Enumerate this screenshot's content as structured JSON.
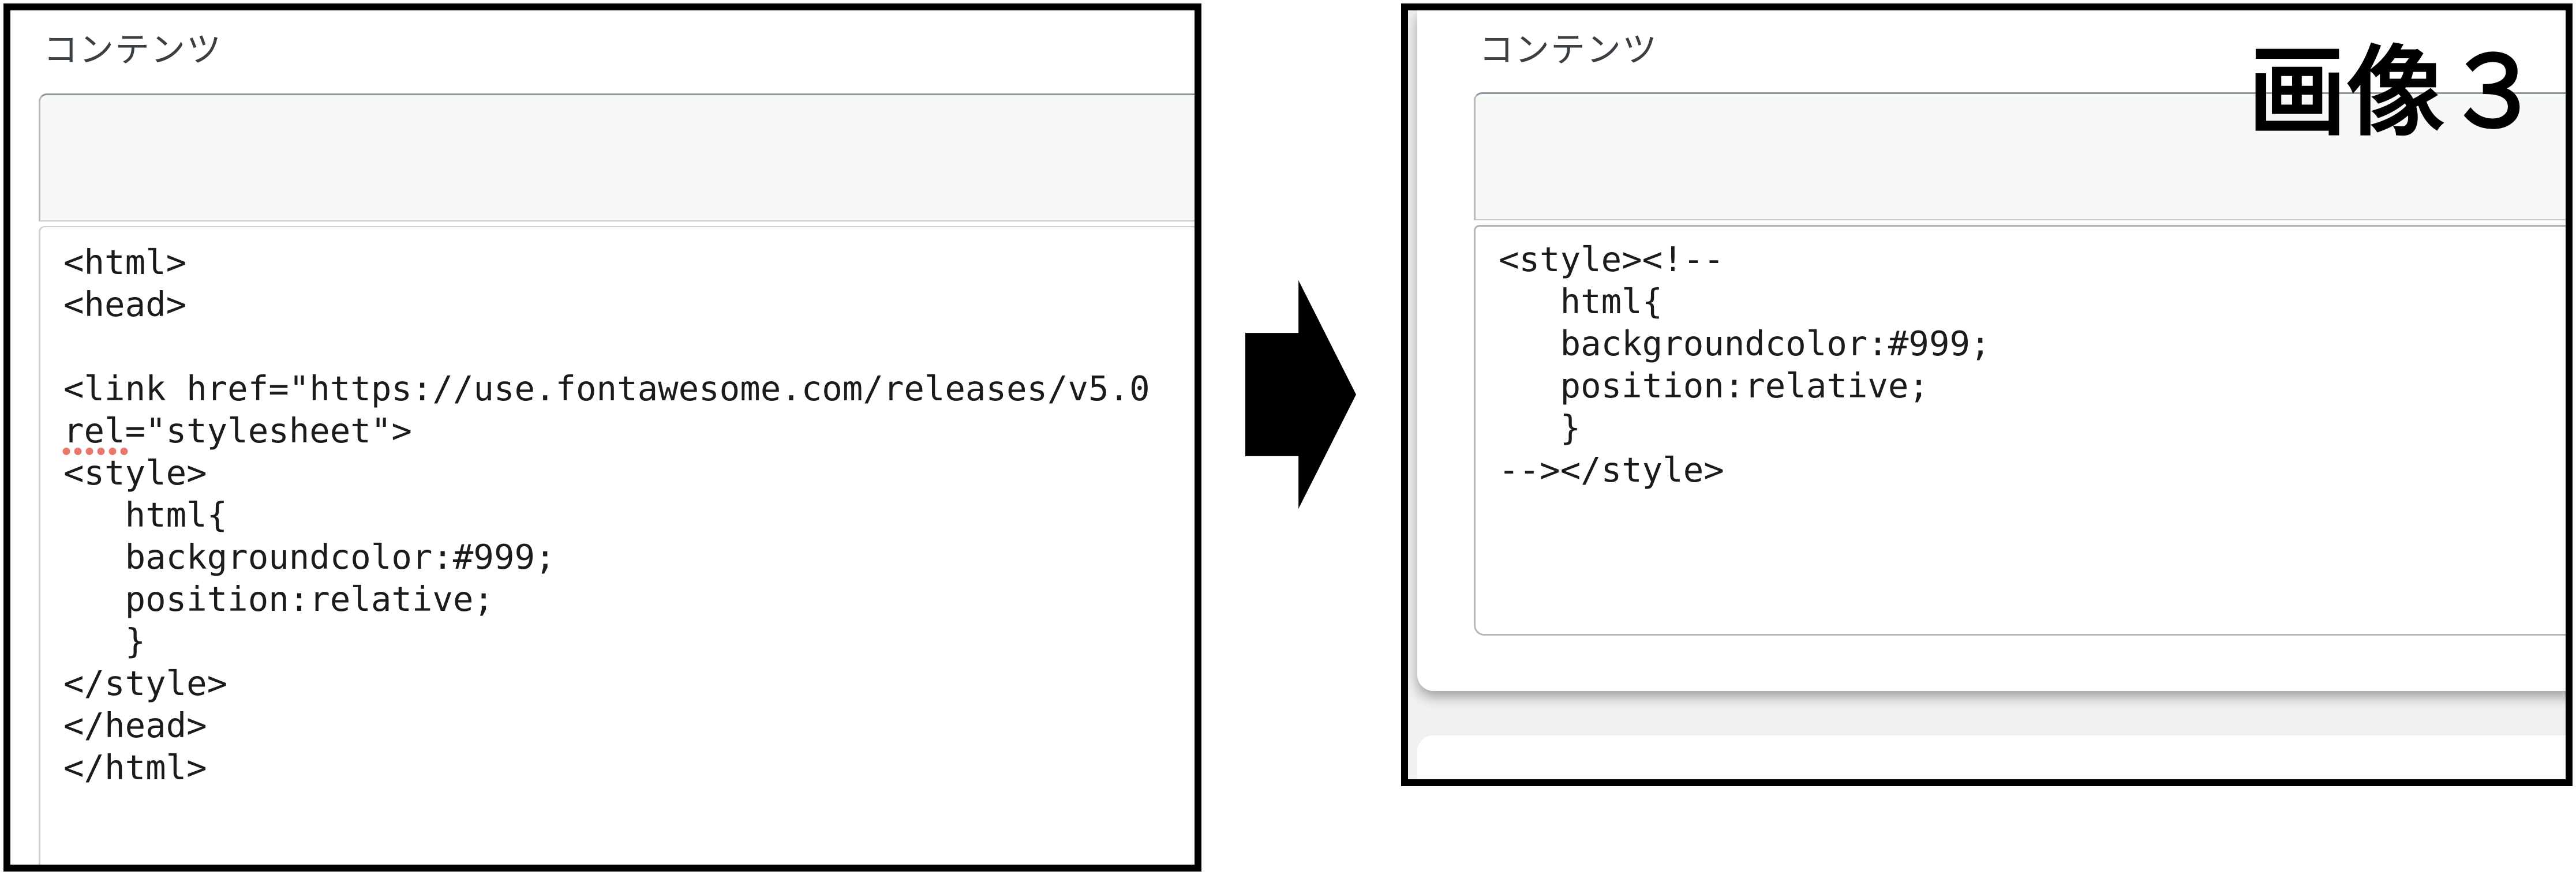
{
  "left_panel": {
    "label": "コンテンツ",
    "code_lines": [
      "<html>",
      "<head>",
      "",
      "<link href=\"https://use.fontawesome.com/releases/v5.0",
      "rel=\"stylesheet\">",
      "<style>",
      "   html{",
      "   backgroundcolor:#999;",
      "   position:relative;",
      "   }",
      "</style>",
      "</head>",
      "</html>"
    ],
    "misspelled_word": "rel"
  },
  "arrow": {
    "direction": "right"
  },
  "right_panel": {
    "label": "コンテンツ",
    "overlay_title": "画像３",
    "code_lines": [
      "<style><!--",
      "   html{",
      "   backgroundcolor:#999;",
      "   position:relative;",
      "   }",
      "--></style>"
    ]
  },
  "colors": {
    "frame_border": "#000000",
    "arrow": "#000000",
    "spellcheck_dot": "#e8776c",
    "field_fill": "#f7f8f8",
    "page_background": "#f1f1f2",
    "code_text": "#1b1b1b",
    "label_text": "#3a3f44"
  }
}
